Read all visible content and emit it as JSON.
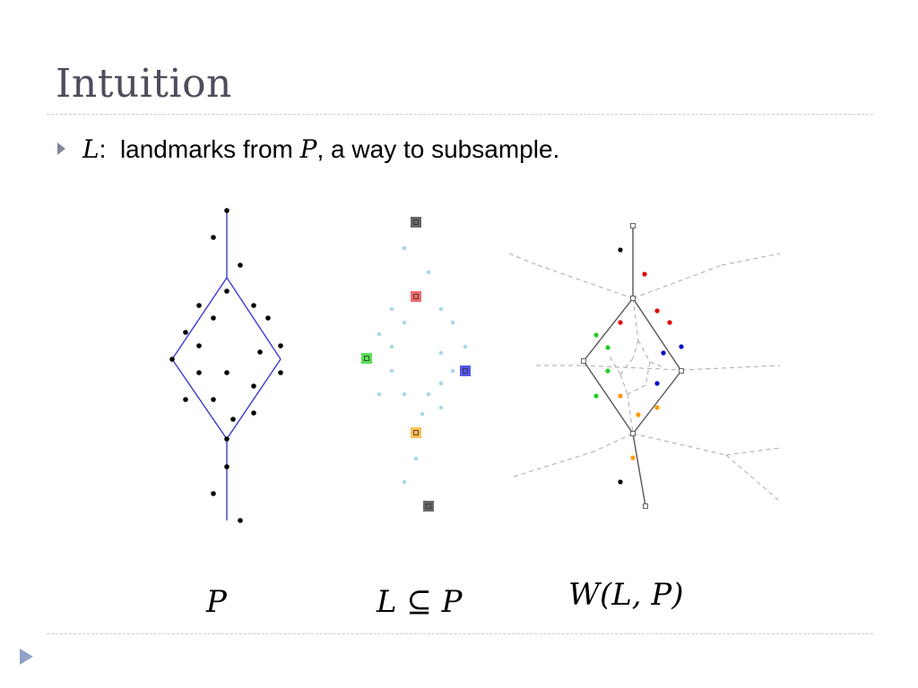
{
  "slide": {
    "title": "Intuition",
    "bullet": {
      "var_L": "L",
      "colon": ":",
      "text_main": "landmarks from",
      "var_P": "P",
      "text_rest": ",  a way to subsample."
    }
  },
  "captions": {
    "points": "P",
    "landmarks": "L ⊆ P",
    "witness": "W(L, P)"
  },
  "colors": {
    "title": "#4d4d5c",
    "bullet_marker": "#7f8798",
    "graph_edge": "#3a3acc",
    "witness_edge": "#555555",
    "voronoi": "#aaaaaa",
    "point": "#000000",
    "faded_point": "#a8d8e8",
    "landmark_gray": "#666666",
    "landmark_red": "#f06a6a",
    "landmark_green": "#55e055",
    "landmark_blue": "#5555ee",
    "landmark_orange": "#ffbf55",
    "witness_red": "#e00000",
    "witness_green": "#22cc22",
    "witness_blue": "#0000cc",
    "witness_orange": "#ff9900",
    "witness_black": "#000000"
  },
  "icons": {
    "bullet": "triangle-right-icon",
    "slide_nav": "triangle-right-icon"
  }
}
